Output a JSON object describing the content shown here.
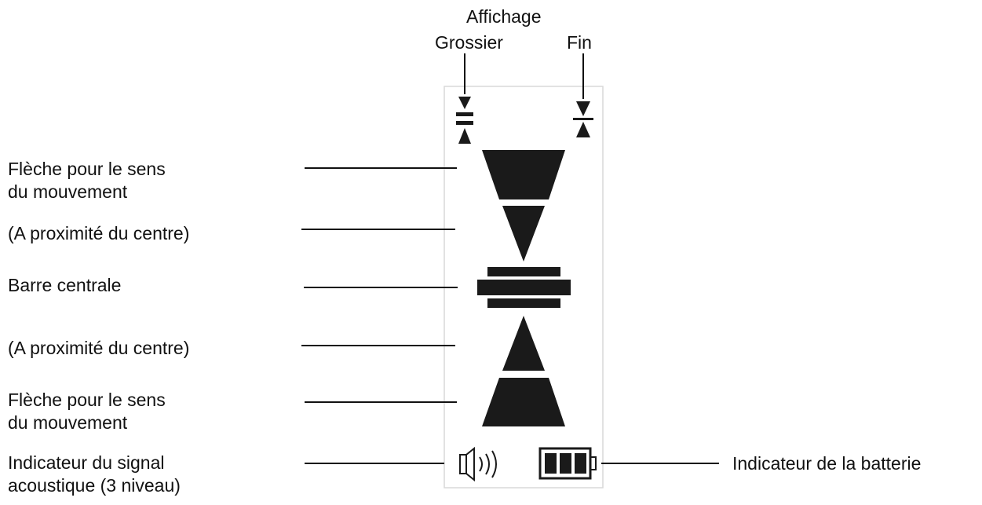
{
  "colors": {
    "ink": "#1a1a1a",
    "panel_border": "#d9d9d9",
    "line": "#111111"
  },
  "top": {
    "heading": "Affichage",
    "coarse": "Grossier",
    "fine": "Fin"
  },
  "labels": {
    "arrow_top": [
      "Flèche pour le sens",
      "du mouvement"
    ],
    "near_top": "(A proximité du centre)",
    "center_bar": "Barre centrale",
    "near_bottom": "(A proximité du centre)",
    "arrow_bottom": [
      "Flèche pour le sens",
      "du mouvement"
    ],
    "acoustic": [
      "Indicateur du signal",
      "acoustique (3 niveau)"
    ],
    "battery": "Indicateur de la batterie"
  },
  "icons": {
    "coarse": "coarse-mode-icon",
    "fine": "fine-mode-icon",
    "speaker": "speaker-signal-icon",
    "battery": "battery-full-icon"
  },
  "battery_level": 1.0,
  "acoustic_levels": 3
}
